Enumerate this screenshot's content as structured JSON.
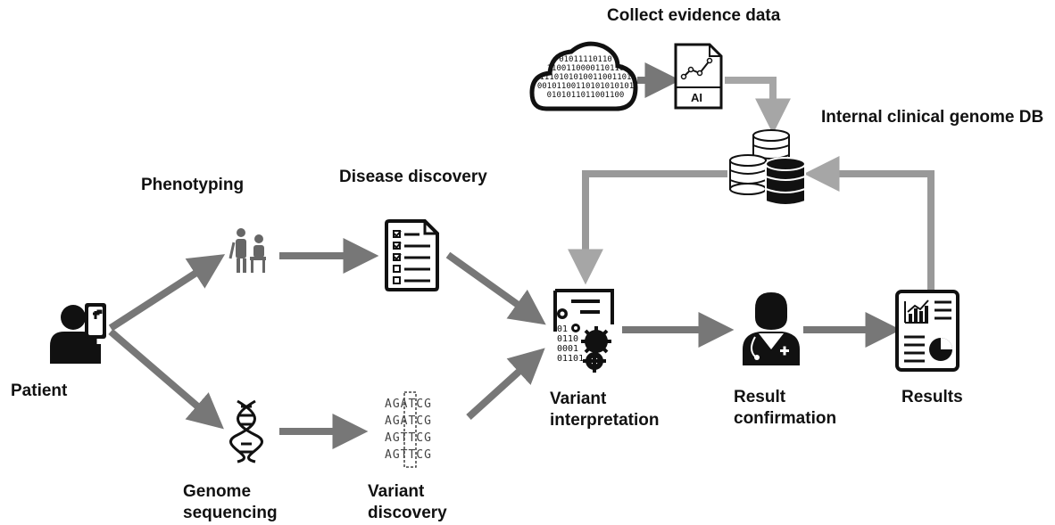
{
  "labels": {
    "collect_evidence": "Collect evidence data",
    "internal_db": "Internal clinical genome DB",
    "phenotyping": "Phenotyping",
    "disease_discovery": "Disease discovery",
    "patient": "Patient",
    "variant_interpretation_line1": "Variant",
    "variant_interpretation_line2": "interpretation",
    "result_confirmation_line1": "Result",
    "result_confirmation_line2": "confirmation",
    "results": "Results",
    "genome_sequencing_line1": "Genome",
    "genome_sequencing_line2": "sequencing",
    "variant_discovery_line1": "Variant",
    "variant_discovery_line2": "discovery"
  },
  "ai_label": "AI",
  "cloud_bits": [
    "01011110110",
    "1100110000110110",
    "1110101010011001101",
    "00101100110101010101",
    "0101011011001100"
  ],
  "interp_bits": [
    "01",
    "0110",
    "0001",
    "01101"
  ],
  "sequences": [
    "AGATCG",
    "AGATCG",
    "AGTTCG",
    "AGTTCG"
  ],
  "colors": {
    "arrow": "#777777",
    "arrow_light": "#a6a6a6",
    "icon": "#111111"
  },
  "icons": [
    "patient-icon",
    "phenotyping-icon",
    "dna-icon",
    "checklist-icon",
    "sequence-icon",
    "gears-icon",
    "doctor-icon",
    "report-icon",
    "cloud-icon",
    "ai-document-icon",
    "database-icon"
  ]
}
